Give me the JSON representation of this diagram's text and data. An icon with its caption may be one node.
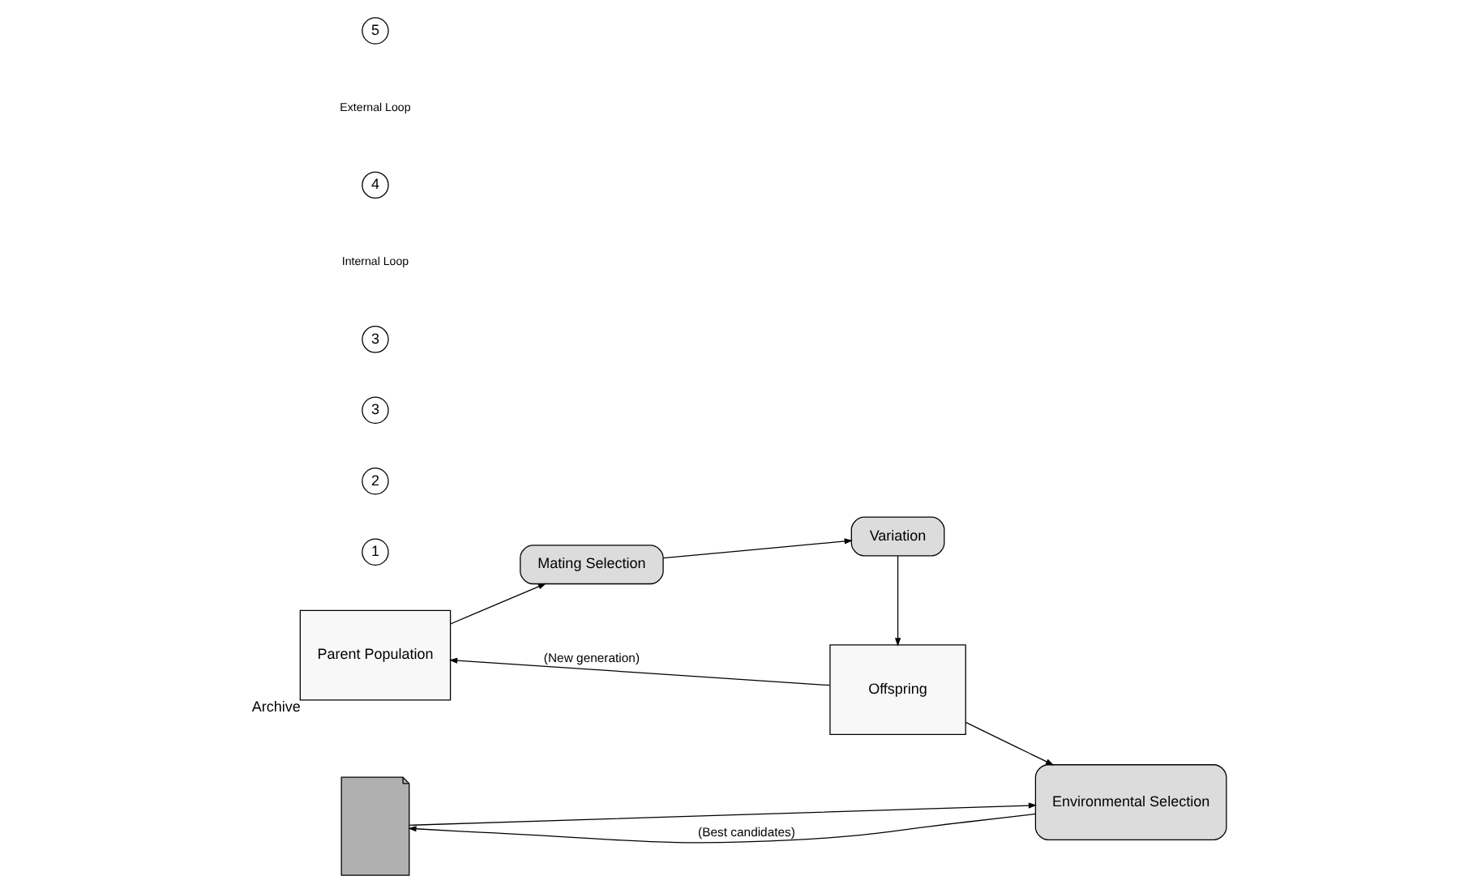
{
  "diagram": {
    "nodes": [
      {
        "text": [
          "Parent Population"
        ],
        "beside": [
          "Archive"
        ]
      },
      {
        "text": [
          "Mating Selection"
        ]
      },
      {
        "text": [
          "Variation"
        ]
      },
      {
        "text": [
          "Offspring"
        ]
      },
      {
        "text": [
          "Environmental Selection"
        ]
      },
      {
        "text": [],
        "shape": "box"
      }
    ],
    "edges": [
      {
        "from": 0,
        "to": 1,
        "arrow": "to"
      },
      {
        "from": 1,
        "to": 2,
        "arrow": "to"
      },
      {
        "from": 2,
        "to": 3,
        "arrow": "to"
      },
      {
        "from": 3,
        "to": 4,
        "arrow": "to"
      },
      {
        "from": 5,
        "to": 4,
        "arrow": "to"
      },
      {
        "from": 4,
        "to": 5,
        "label": "(Best candidates)",
        "arrow": "to"
      },
      {
        "from": 3,
        "to": 0,
        "label": "(New generation)",
        "arrow": "to"
      }
    ],
    "labels": [
      "1",
      "2",
      "3",
      "3",
      "Internal Loop",
      "4",
      "External Loop",
      "5"
    ]
  }
}
